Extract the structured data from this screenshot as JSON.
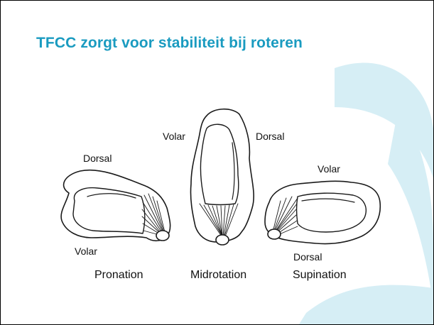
{
  "slide": {
    "title": "TFCC zorgt voor stabiliteit bij roteren",
    "colors": {
      "title": "#1a9bc0",
      "watermark": "#d6eef5",
      "line_art": "#1a1a1a"
    }
  },
  "figure": {
    "labels": {
      "pronation_dorsal": "Dorsal",
      "pronation_volar": "Volar",
      "pronation_caption": "Pronation",
      "midrotation_volar": "Volar",
      "midrotation_dorsal": "Dorsal",
      "midrotation_caption": "Midrotation",
      "supination_volar": "Volar",
      "supination_dorsal": "Dorsal",
      "supination_caption": "Supination"
    }
  }
}
